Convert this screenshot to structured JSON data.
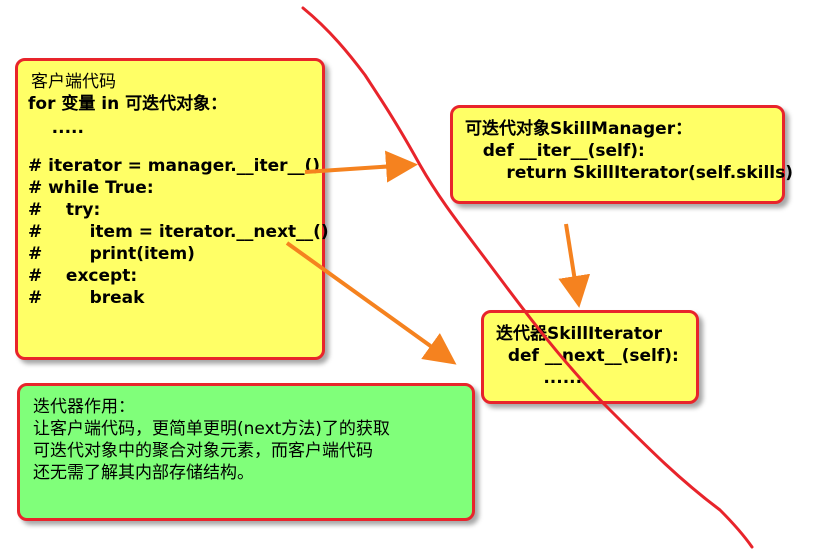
{
  "client_box": {
    "lines": [
      "客户端代码",
      "for 变量 in 可迭代对象：",
      "    .....",
      "",
      "# iterator = manager.__iter__()",
      "# while True:",
      "#    try:",
      "#        item = iterator.__next__()",
      "#        print(item)",
      "#    except:",
      "#        break"
    ]
  },
  "manager_box": {
    "lines": [
      "可迭代对象SkillManager：",
      "   def __iter__(self):",
      "       return SkillIterator(self.skills)"
    ]
  },
  "iterator_box": {
    "lines": [
      "迭代器SkillIterator",
      "  def __next__(self):",
      "        ......"
    ]
  },
  "note_box": {
    "lines": [
      "迭代器作用：",
      "让客户端代码，更简单更明(next方法)了的获取",
      "可迭代对象中的聚合对象元素，而客户端代码",
      "还无需了解其内部存储结构。"
    ]
  },
  "colors": {
    "border": "#e8242b",
    "yellow_fill": "#ffff66",
    "green_fill": "#80ff7a",
    "arrow": "#f5821f",
    "diagonal_line": "#e8242b"
  }
}
